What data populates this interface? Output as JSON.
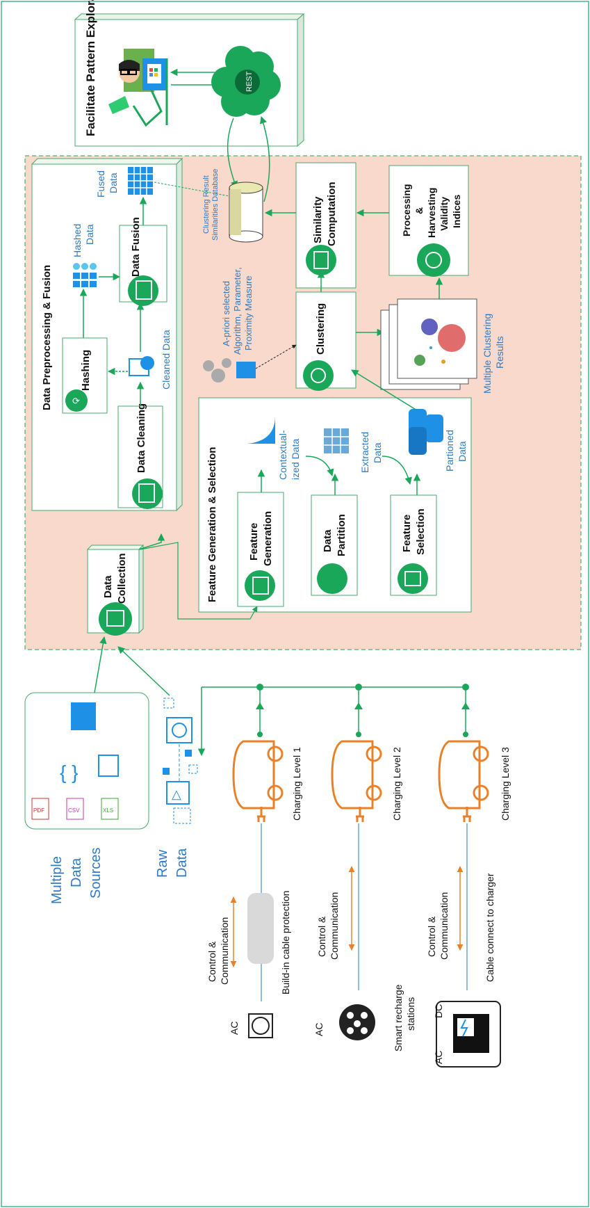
{
  "colors": {
    "green": "#1aa75a",
    "dark_green": "#138a47",
    "blue_text": "#2e7bc4",
    "orange": "#e8822a",
    "salmon": "#f8d9cc",
    "border": "#4aa86e",
    "icon_blue": "#1e90e6"
  },
  "top_panel": {
    "title": "Facilitate Pattern Exploration",
    "rest": "REST"
  },
  "preprocessing": {
    "title": "Data Preprocessing & Fusion",
    "hashing": "Hashing",
    "data_cleaning": "Data Cleaning",
    "data_fusion": "Data Fusion",
    "hashed_data": "Hashed Data",
    "fused_data": "Fused Data",
    "cleaned_data": "Cleaned Data"
  },
  "database": {
    "line1": "Clustering Result",
    "line2": "Similarities Database"
  },
  "similarity": "Similarity Computation",
  "validity": "Processing & Harvesting Validity Indices",
  "clustering": "Clustering",
  "apriori": [
    "A-priori selected",
    "Algorithm, Parameter,",
    "Proximity Measure"
  ],
  "multiple_results": [
    "Multiple Clustering",
    "Results"
  ],
  "feature_panel": {
    "title": "Feature Generation & Selection",
    "feature_generation": "Feature Generation",
    "data_partition": "Data Partition",
    "feature_selection": "Feature Selection",
    "contextualized": [
      "Contextual-",
      "ized Data"
    ],
    "extracted": [
      "Extracted",
      "Data"
    ],
    "partioned": [
      "Partioned",
      "Data"
    ]
  },
  "data_collection": "Data Collection",
  "sources": {
    "label": [
      "Multiple",
      "Data",
      "Sources"
    ],
    "pdf": "PDF",
    "csv": "CSV",
    "xls": "XLS"
  },
  "raw_data": [
    "Raw",
    "Data"
  ],
  "charging": {
    "level1": "Charging Level 1",
    "level2": "Charging Level 2",
    "level3": "Charging Level 3",
    "control": [
      "Control &",
      "Communication"
    ],
    "cable_protection": "Build-in cable protection",
    "cable_connect": "Cable connect to charger",
    "ac": "AC",
    "dc": "DC",
    "smart": [
      "Smart recharge",
      "stations"
    ]
  }
}
